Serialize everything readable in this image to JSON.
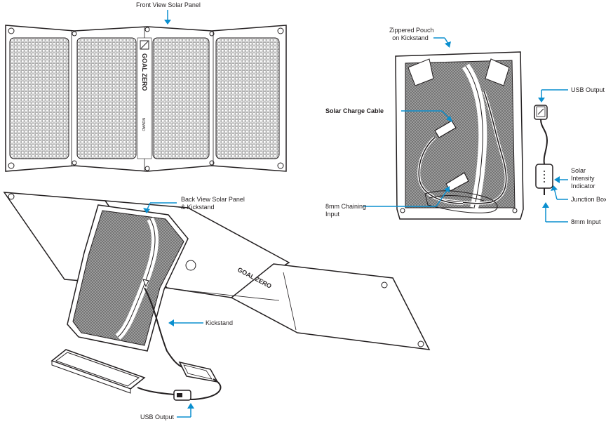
{
  "callouts": {
    "front_view": "Front View Solar Panel",
    "zippered_pouch_line1": "Zippered Pouch",
    "zippered_pouch_line2": "on Kickstand",
    "back_view_line1": "Back View Solar Panel",
    "back_view_line2": "& Kickstand",
    "solar_charge_cable": "Solar Charge Cable",
    "usb_output_top": "USB Output",
    "solar_intensity_line1": "Solar",
    "solar_intensity_line2": "Intensity",
    "solar_intensity_line3": "Indicator",
    "junction_box": "Junction Box",
    "chaining_line1": "8mm Chaining",
    "chaining_line2": "Input",
    "input_8mm": "8mm Input",
    "kickstand": "Kickstand",
    "usb_output_bottom": "USB Output"
  },
  "panel_branding": {
    "brand": "GOAL ZERO",
    "model": "NOMAD"
  },
  "colors": {
    "line": "#231f20",
    "leader": "#0a8fcf",
    "grid": "#9a9a9a",
    "mesh": "#8a8a8a"
  }
}
